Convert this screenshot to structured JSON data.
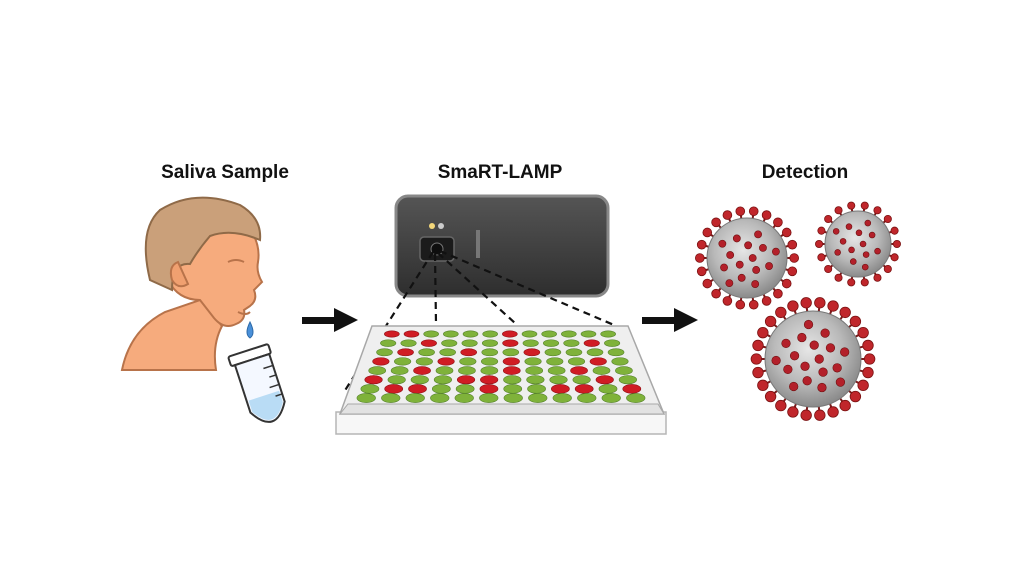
{
  "stages": [
    {
      "label": "Saliva Sample"
    },
    {
      "label": "SmaRT-LAMP"
    },
    {
      "label": "Detection"
    }
  ],
  "icons": {
    "person": "person-spitting-icon",
    "tube": "sample-tube-icon",
    "phone": "smartphone-icon",
    "plate": "well-plate-icon",
    "virus": "coronavirus-icon",
    "arrow": "arrow-right-icon"
  },
  "colors": {
    "positive_well": "#d01c24",
    "negative_well": "#7fb23a",
    "skin": "#f6ab7d",
    "hair": "#caa07a",
    "phone": "#3a3a3a"
  },
  "plate": {
    "rows": 8,
    "columns": 12,
    "pattern": [
      "RRGGGGRGGGGG",
      "GGRGGGRGGGRG",
      "GRGGRGGRGGGG",
      "RGGRGGRGGGRG",
      "GGRGGGRGGRGG",
      "RGGGRRGGGGRG",
      "GRRGGRGGRRGR",
      "GGGGGGGGGGGG"
    ]
  }
}
